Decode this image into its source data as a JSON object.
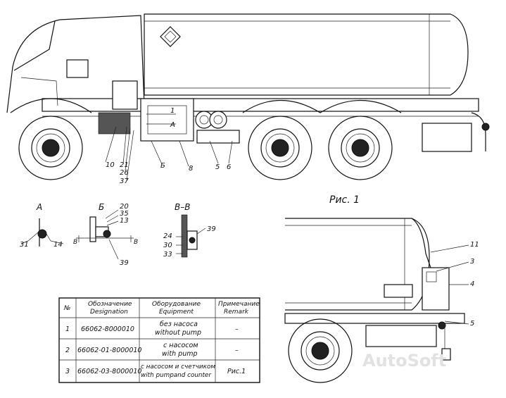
{
  "figure_caption": "Рис. 1",
  "views": {
    "a": "А",
    "b": "Б",
    "vv": "В–В"
  },
  "callouts": {
    "main": [
      "1",
      "А",
      "10",
      "21",
      "26",
      "37",
      "Б",
      "8",
      "5",
      "6"
    ],
    "view_a": [
      "31",
      "14"
    ],
    "view_b": [
      "20",
      "35",
      "13",
      "39"
    ],
    "view_vv": [
      "39",
      "24",
      "30",
      "33"
    ],
    "fig1": [
      "11",
      "3",
      "4",
      "5"
    ]
  },
  "section_marks": {
    "a_left": "В",
    "a_right": "В"
  },
  "table": {
    "headers": {
      "num": "№",
      "designation": [
        "Обозначение",
        "Designation"
      ],
      "equipment": [
        "Оборудование",
        "Equipment"
      ],
      "remark": [
        "Примечание",
        "Remark"
      ]
    },
    "rows": [
      {
        "num": "1",
        "designation": "66062-8000010",
        "equipment": [
          "без насоса",
          "without pump"
        ],
        "remark": "–"
      },
      {
        "num": "2",
        "designation": "66062-01-8000010",
        "equipment": [
          "с насосом",
          "with pump"
        ],
        "remark": "–"
      },
      {
        "num": "3",
        "designation": "66062-03-8000010",
        "equipment": [
          "с насосом и счетчиком",
          "with pumpand counter"
        ],
        "remark": "Рис.1"
      }
    ]
  },
  "watermark": "AutoSoft"
}
